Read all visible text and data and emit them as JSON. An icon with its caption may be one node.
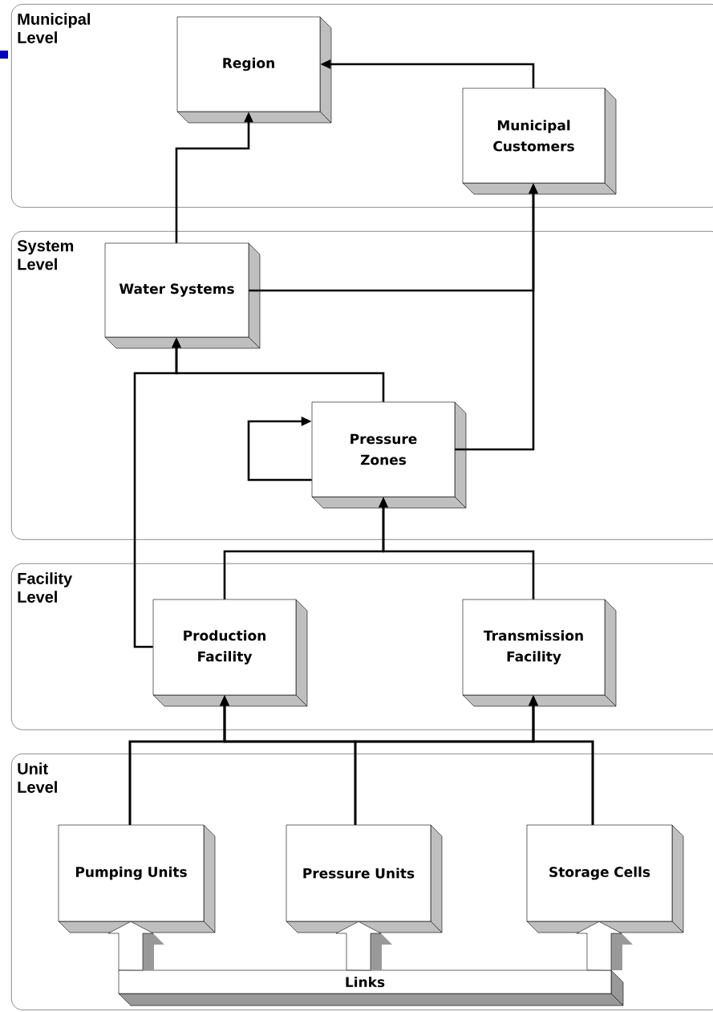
{
  "diagram": {
    "nodes": [
      {
        "text": [
          "Municipal Level"
        ]
      },
      {
        "text": [
          "Region"
        ],
        "in": 0
      },
      {
        "text": [
          "Municipal Customers"
        ],
        "in": 0
      },
      {
        "text": [
          "System Level"
        ]
      },
      {
        "text": [
          "Water Systems"
        ],
        "in": 3
      },
      {
        "text": [
          "Pressure Zones"
        ],
        "in": 3
      },
      {
        "text": [
          "Facility Level"
        ]
      },
      {
        "text": [
          "Production Facility"
        ],
        "in": 6
      },
      {
        "text": [
          "Transmission Facility"
        ],
        "in": 6
      },
      {
        "text": [
          "Unit Level"
        ]
      },
      {
        "text": [
          "Pumping Units"
        ],
        "in": 9
      },
      {
        "text": [
          "Pressure Units"
        ],
        "in": 9
      },
      {
        "text": [
          "Storage Cells"
        ],
        "in": 9
      },
      {
        "text": [
          "Links"
        ],
        "in": 9
      }
    ],
    "edges": [
      {
        "from": 2,
        "to": 1,
        "arrow": "to"
      },
      {
        "from": 4,
        "to": 1,
        "arrow": "to"
      },
      {
        "from": 4,
        "to": 2,
        "arrow": "to"
      },
      {
        "from": 5,
        "to": 2,
        "arrow": "to"
      },
      {
        "from": 5,
        "to": 4,
        "arrow": "to"
      },
      {
        "from": 7,
        "to": 4,
        "arrow": "to"
      },
      {
        "from": 5,
        "to": 5,
        "arrow": "to"
      },
      {
        "from": 7,
        "to": 5,
        "arrow": "to"
      },
      {
        "from": 8,
        "to": 5,
        "arrow": "to"
      },
      {
        "from": 10,
        "to": 7,
        "arrow": "to"
      },
      {
        "from": 11,
        "to": 7,
        "arrow": "to"
      },
      {
        "from": 12,
        "to": 7,
        "arrow": "to"
      },
      {
        "from": 10,
        "to": 8,
        "arrow": "to"
      },
      {
        "from": 11,
        "to": 8,
        "arrow": "to"
      },
      {
        "from": 12,
        "to": 8,
        "arrow": "to"
      },
      {
        "from": 13,
        "to": 10,
        "arrow": "to"
      },
      {
        "from": 13,
        "to": 11,
        "arrow": "to"
      },
      {
        "from": 13,
        "to": 12,
        "arrow": "to"
      }
    ]
  }
}
